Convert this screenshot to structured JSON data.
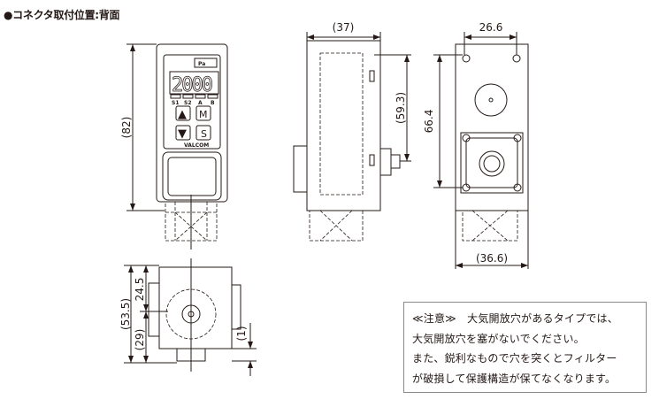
{
  "title": "●コネクタ取付位置:背面",
  "front_view": {
    "unit_label": "Pa",
    "display_value": "2000",
    "indicators": [
      "S1",
      "S2",
      "A",
      "B"
    ],
    "button_up": "▲",
    "button_mode": "M",
    "button_down": "▼",
    "button_set": "S",
    "brand": "VALCOM",
    "dim_height": "(82)"
  },
  "side_view": {
    "dim_depth": "(37)",
    "dim_connector_height": "(59.3)"
  },
  "rear_view": {
    "dim_hole_pitch_x": "26.6",
    "dim_hole_pitch_y": "66.4",
    "dim_width": "(36.6)"
  },
  "bottom_view": {
    "dim_upper": "24.5",
    "dim_total": "(53.5)",
    "dim_lower": "(29)",
    "dim_offset": "(1)"
  },
  "note": {
    "lines": [
      "≪注意≫　大気開放穴があるタイプでは、",
      "大気開放穴を塞がないでください。",
      "また、鋭利なもので穴を突くとフィルター",
      "が破損して保護構造が保てなくなります。"
    ]
  }
}
